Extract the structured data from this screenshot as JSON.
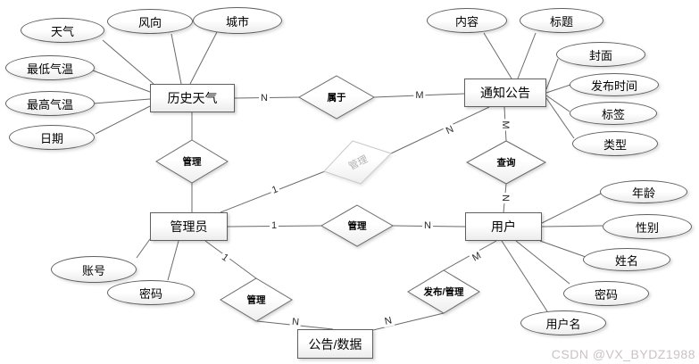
{
  "diagram": {
    "entities": [
      {
        "label": "历史天气"
      },
      {
        "label": "通知公告"
      },
      {
        "label": "管理员"
      },
      {
        "label": "用户"
      },
      {
        "label": "公告/数据"
      }
    ],
    "attributes": [
      {
        "label": "天气"
      },
      {
        "label": "风向"
      },
      {
        "label": "城市"
      },
      {
        "label": "最低气温"
      },
      {
        "label": "最高气温"
      },
      {
        "label": "日期"
      },
      {
        "label": "内容"
      },
      {
        "label": "标题"
      },
      {
        "label": "封面"
      },
      {
        "label": "发布时间"
      },
      {
        "label": "标签"
      },
      {
        "label": "类型"
      },
      {
        "label": "账号"
      },
      {
        "label": "密码"
      },
      {
        "label": "年龄"
      },
      {
        "label": "性别"
      },
      {
        "label": "姓名"
      },
      {
        "label": "密码"
      },
      {
        "label": "用户名"
      }
    ],
    "relationships": [
      {
        "label": "属于"
      },
      {
        "label": "管理"
      },
      {
        "label": "管理"
      },
      {
        "label": "查询"
      },
      {
        "label": "管理"
      },
      {
        "label": "管理"
      },
      {
        "label": "发布/管理"
      }
    ],
    "cardinalities": [
      "N",
      "M",
      "M",
      "N",
      "N",
      "1",
      "1",
      "N",
      "1",
      "M",
      "N",
      "N"
    ],
    "watermark": "CSDN @VX_BYDZ1988",
    "colors": {
      "line": "#6a6a6a",
      "shape_border": "#5f5f5f",
      "gray_relation": "#c9c9c9",
      "watermark": "#ccc2c2"
    }
  }
}
